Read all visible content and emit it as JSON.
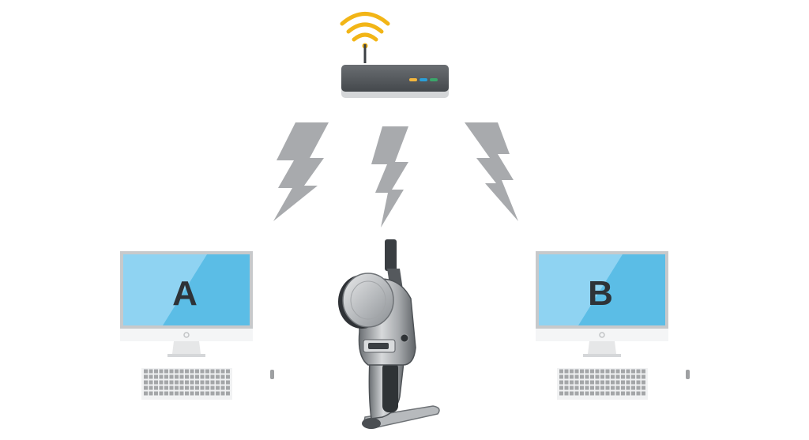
{
  "computers": [
    {
      "id": "a",
      "label": "A"
    },
    {
      "id": "b",
      "label": "B"
    }
  ],
  "router": {
    "leds": [
      "#f4b63c",
      "#2a9fd8",
      "#3aa66a"
    ]
  },
  "wifi": {
    "color": "#f2b516"
  },
  "colors": {
    "screen_light": "#8fd3f2",
    "screen_main": "#5bbde6",
    "bezel": "#c7c9cb",
    "bolt": "#a8aaad",
    "router_body": "#55595d",
    "keyboard": "#a4a6a8"
  }
}
